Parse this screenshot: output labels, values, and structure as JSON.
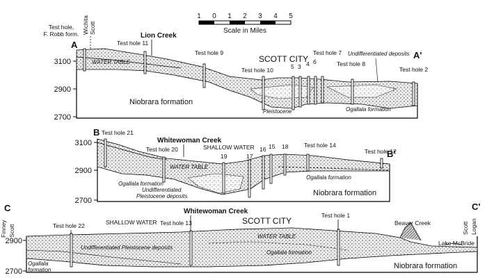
{
  "scale": {
    "ticks": [
      "1",
      "0",
      "1",
      "2",
      "3",
      "4",
      "5"
    ],
    "label": "Scale in Miles"
  },
  "counties_top": {
    "left": "Wichita",
    "right": "Scott"
  },
  "counties_bottom": {
    "left_a": "Finney",
    "left_b": "Scott",
    "right_a": "Scott",
    "right_b": "Logan"
  },
  "section_a": {
    "start": "A",
    "end": "A'",
    "elev_labels": [
      "3100",
      "2900",
      "2700"
    ],
    "test_hole_robb_line1": "Test hole,",
    "test_hole_robb_line2": "F. Robb form.",
    "lion_creek": "Lion Creek",
    "test_holes": [
      "Test hole 11",
      "Test hole 9",
      "Test hole 10",
      "5",
      "3",
      "4",
      "6",
      "Test hole 7",
      "Test hole 8",
      "Test hole 2"
    ],
    "city": "SCOTT CITY",
    "water_table": "WATER TABLE",
    "undiff": "Undifferentiated deposits",
    "niobrara": "Niobrara formation",
    "pleistocene": "Pleistocene",
    "ogallala": "Ogallala formation"
  },
  "section_b": {
    "start": "B",
    "end": "B'",
    "elev_labels": [
      "3100",
      "2900",
      "2700"
    ],
    "test_holes": [
      "Test hole 21",
      "Test hole 20",
      "19",
      "17",
      "16",
      "15",
      "18",
      "Test hole 14",
      "Test hole 12"
    ],
    "creek": "Whitewoman Creek",
    "shallow_water": "SHALLOW WATER",
    "water_table": "WATER TABLE",
    "ogallala_left": "Ogallala formation",
    "ogallala_right": "Ogallala formation",
    "undiff_line1": "Undifferentiated",
    "undiff_line2": "Pleistocene deposits",
    "niobrara": "Niobrara formation"
  },
  "section_c": {
    "start": "C",
    "end": "C'",
    "elev_labels": [
      "2900",
      "2700"
    ],
    "test_holes": [
      "Test hole 22",
      "Test hole 13",
      "Test hole 1"
    ],
    "shallow_water": "SHALLOW WATER",
    "creek": "Whitewoman Creek",
    "city": "SCOTT CITY",
    "water_table": "WATER TABLE",
    "undiff": "Undifferentiated Pleistocene deposits",
    "ogallala_mid": "Ogallala formation",
    "ogallala_left_line1": "Ogallala",
    "ogallala_left_line2": "formation",
    "beaver_creek": "Beaver Creek",
    "lake": "Lake McBride",
    "niobrara": "Niobrara formation"
  }
}
